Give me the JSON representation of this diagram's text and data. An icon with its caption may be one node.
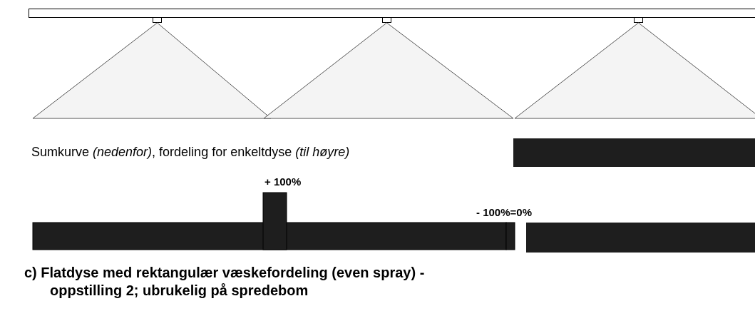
{
  "diagram": {
    "caption": "c) Flatdyse med rektangulær væskefordeling (even spray) - oppstilling 2; ubrukelig på spredebom",
    "labels": [
      "Sumkurve *(nedenfor)*, fordeling for enkeltdyse *(til høyre)*",
      "+ 100%",
      "- 100%=0%"
    ]
  }
}
